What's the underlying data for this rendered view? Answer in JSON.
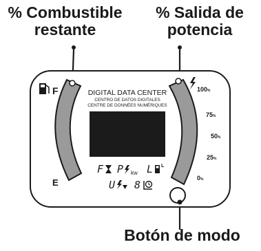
{
  "callouts": {
    "fuel_line1": "% Combustible",
    "fuel_line2": "restante",
    "power_line1": "% Salida de",
    "power_line2": "potencia",
    "mode_button": "Botón de modo"
  },
  "panel": {
    "title": "DIGITAL DATA CENTER",
    "subtitle_es": "CENTRO DE DATOS DIGITALES",
    "subtitle_fr": "CENTRE DE DONNÉES NUMÉRIQUES",
    "fuel_full": "F",
    "fuel_empty": "E",
    "power_ticks": [
      {
        "value": "100",
        "unit": "%"
      },
      {
        "value": "75",
        "unit": "%"
      },
      {
        "value": "50",
        "unit": "%"
      },
      {
        "value": "25",
        "unit": "%"
      },
      {
        "value": "0",
        "unit": "%"
      }
    ],
    "indicators": {
      "fuel_time": "F",
      "power_kw": "P",
      "kw_unit": "kw",
      "low_fuel": "L",
      "low_fuel_sup": "L",
      "voltage": "U",
      "mode_digit": "8"
    }
  },
  "colors": {
    "gauge_fill": "#9a9a9a",
    "outline": "#1a1a1a",
    "display": "#1b1b1b",
    "background": "#ffffff"
  },
  "icons": [
    "fuel-pump-icon",
    "lightning-icon",
    "hourglass-icon",
    "generator-icon",
    "clock-icon",
    "mode-button"
  ]
}
